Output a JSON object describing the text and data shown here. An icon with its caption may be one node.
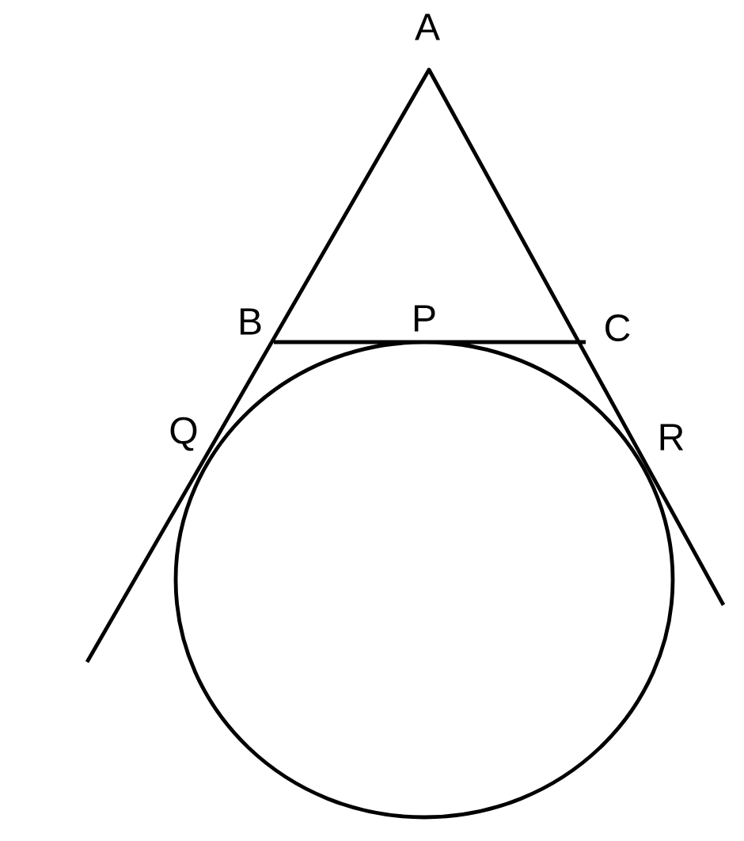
{
  "diagram": {
    "labels": [
      "A",
      "B",
      "P",
      "C",
      "Q",
      "R"
    ]
  }
}
